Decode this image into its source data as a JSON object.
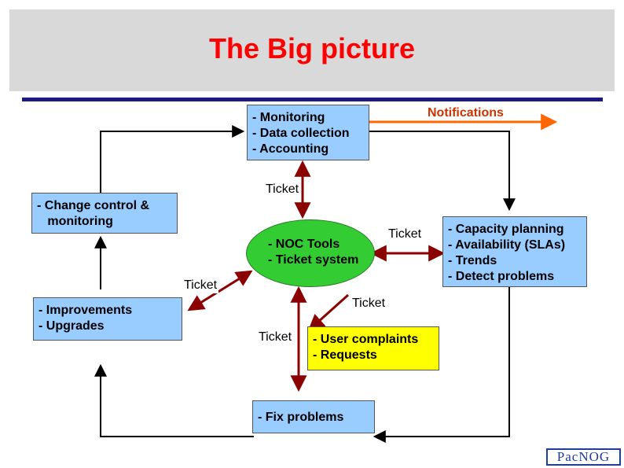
{
  "slide": {
    "title": "The Big picture",
    "colors": {
      "title": "#ff0000",
      "blue_box": "#99ccff",
      "yellow_box": "#ffff00",
      "green_center": "#33cc33",
      "notification_arrow": "#ff6600",
      "ticket_arrow": "#8b0000"
    }
  },
  "boxes": {
    "monitoring": [
      "- Monitoring",
      "- Data collection",
      "- Accounting"
    ],
    "change_control": [
      "- Change control &",
      "   monitoring"
    ],
    "improvements": [
      "- Improvements",
      "- Upgrades"
    ],
    "capacity": [
      "- Capacity planning",
      "- Availability (SLAs)",
      "- Trends",
      "- Detect problems"
    ],
    "user_complaints": [
      "- User complaints",
      "- Requests"
    ],
    "fix_problems": [
      "- Fix problems"
    ],
    "center": [
      "- NOC Tools",
      "- Ticket system"
    ]
  },
  "labels": {
    "notifications": "Notifications",
    "ticket_top": "Ticket",
    "ticket_right": "Ticket",
    "ticket_left": "Ticket",
    "ticket_bottom_right": "Ticket",
    "ticket_bottom_left": "Ticket"
  },
  "logo": {
    "text": "PacNOG",
    "icon": "pacnog-logo-icon"
  }
}
